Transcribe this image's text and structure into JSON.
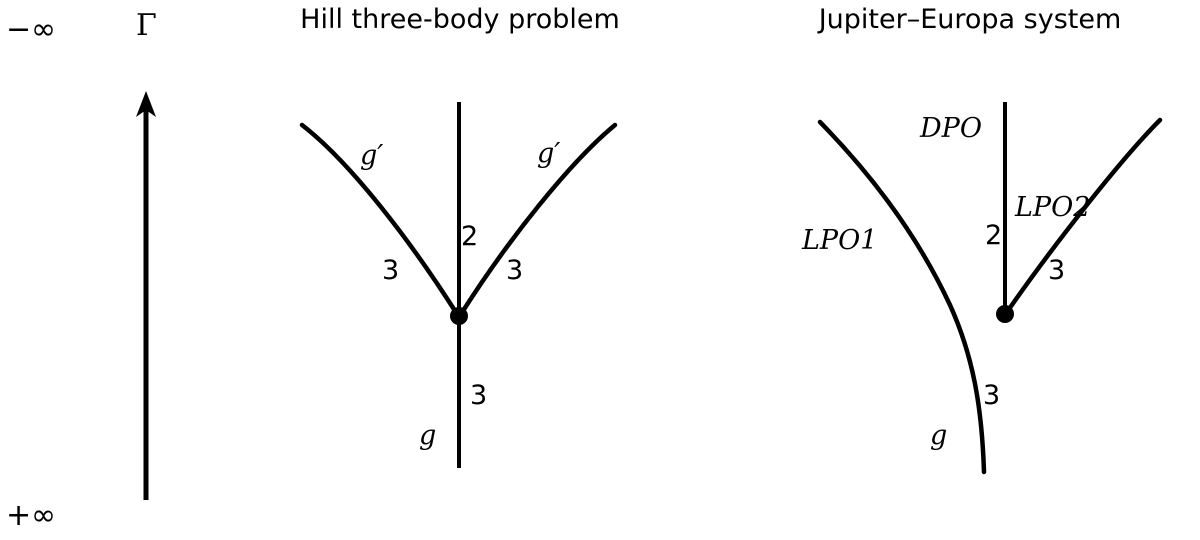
{
  "figure": {
    "axis": {
      "symbol": "Γ",
      "top_label": "−∞",
      "bottom_label": "+∞",
      "direction": "up-arrow"
    },
    "panels": [
      {
        "id": "hill",
        "title": "Hill three-body problem",
        "labels": [
          {
            "id": "g-prime-left",
            "text": "g′",
            "style": "italic"
          },
          {
            "id": "g-prime-right",
            "text": "g′",
            "style": "italic"
          },
          {
            "id": "mult-2",
            "text": "2",
            "style": "upright"
          },
          {
            "id": "mult-3-left",
            "text": "3",
            "style": "upright"
          },
          {
            "id": "mult-3-right",
            "text": "3",
            "style": "upright"
          },
          {
            "id": "mult-3-bottom",
            "text": "3",
            "style": "upright"
          },
          {
            "id": "g-bottom",
            "text": "g",
            "style": "italic"
          }
        ]
      },
      {
        "id": "jupiter-europa",
        "title": "Jupiter–Europa system",
        "labels": [
          {
            "id": "dpo",
            "text": "DPO",
            "style": "italic"
          },
          {
            "id": "lpo1",
            "text": "LPO1",
            "style": "italic"
          },
          {
            "id": "lpo2",
            "text": "LPO2",
            "style": "italic"
          },
          {
            "id": "mult-2",
            "text": "2",
            "style": "upright"
          },
          {
            "id": "mult-3-right",
            "text": "3",
            "style": "upright"
          },
          {
            "id": "mult-3-bottom",
            "text": "3",
            "style": "upright"
          },
          {
            "id": "g-bottom",
            "text": "g",
            "style": "italic"
          }
        ]
      }
    ],
    "colors": {
      "stroke": "#000000",
      "background": "#ffffff"
    }
  }
}
